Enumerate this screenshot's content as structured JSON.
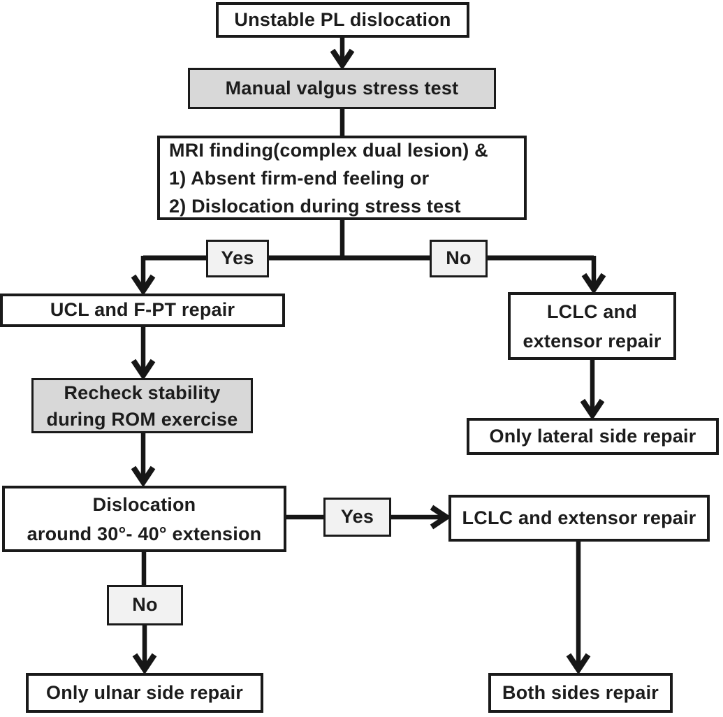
{
  "figure": {
    "kind": "treatment-algorithm-flowchart"
  },
  "palette": {
    "box_border": "#1a1a1a",
    "text": "#1c1c1c",
    "fill_white": "#ffffff",
    "fill_gray": "#d8d8d8",
    "fill_decision_label": "#f2f2f2",
    "connector_line": "#161616",
    "background": "#ffffff"
  },
  "nodes": {
    "unstable": {
      "label": "Unstable PL dislocation"
    },
    "manual": {
      "label": "Manual valgus stress test"
    },
    "mri": {
      "lines": [
        "MRI finding(complex dual lesion) &",
        "1) Absent firm-end feeling or",
        "2) Dislocation during stress test"
      ]
    },
    "branch_yes1": {
      "label": "Yes"
    },
    "branch_no1": {
      "label": "No"
    },
    "ucl": {
      "label": "UCL and F-PT repair"
    },
    "lclc_top": {
      "lines": [
        "LCLC and",
        "extensor repair"
      ]
    },
    "recheck": {
      "lines": [
        "Recheck stability",
        "during ROM exercise"
      ]
    },
    "lateral": {
      "label": "Only lateral side repair"
    },
    "disloc": {
      "lines": [
        "Dislocation",
        "around 30°- 40° extension"
      ]
    },
    "branch_yes2": {
      "label": "Yes"
    },
    "lclc_mid": {
      "label": "LCLC and extensor repair"
    },
    "branch_no2": {
      "label": "No"
    },
    "ulnar": {
      "label": "Only ulnar side repair"
    },
    "both": {
      "label": "Both sides repair"
    }
  },
  "edges": [
    {
      "from": "Unstable PL dislocation",
      "to": "Manual valgus stress test",
      "label": ""
    },
    {
      "from": "Manual valgus stress test",
      "to": "MRI finding(complex dual lesion) & criteria",
      "label": ""
    },
    {
      "from": "MRI finding(complex dual lesion) & criteria",
      "to": "UCL and F-PT repair",
      "label": "Yes"
    },
    {
      "from": "MRI finding(complex dual lesion) & criteria",
      "to": "LCLC and extensor repair",
      "label": "No"
    },
    {
      "from": "UCL and F-PT repair",
      "to": "Recheck stability during ROM exercise",
      "label": ""
    },
    {
      "from": "Recheck stability during ROM exercise",
      "to": "Dislocation around 30°- 40° extension",
      "label": ""
    },
    {
      "from": "Dislocation around 30°- 40° extension",
      "to": "LCLC and extensor repair",
      "label": "Yes"
    },
    {
      "from": "Dislocation around 30°- 40° extension",
      "to": "Only ulnar side repair",
      "label": "No"
    },
    {
      "from": "LCLC and extensor repair (upper)",
      "to": "Only lateral side repair",
      "label": ""
    },
    {
      "from": "LCLC and extensor repair (middle)",
      "to": "Both sides repair",
      "label": ""
    }
  ]
}
